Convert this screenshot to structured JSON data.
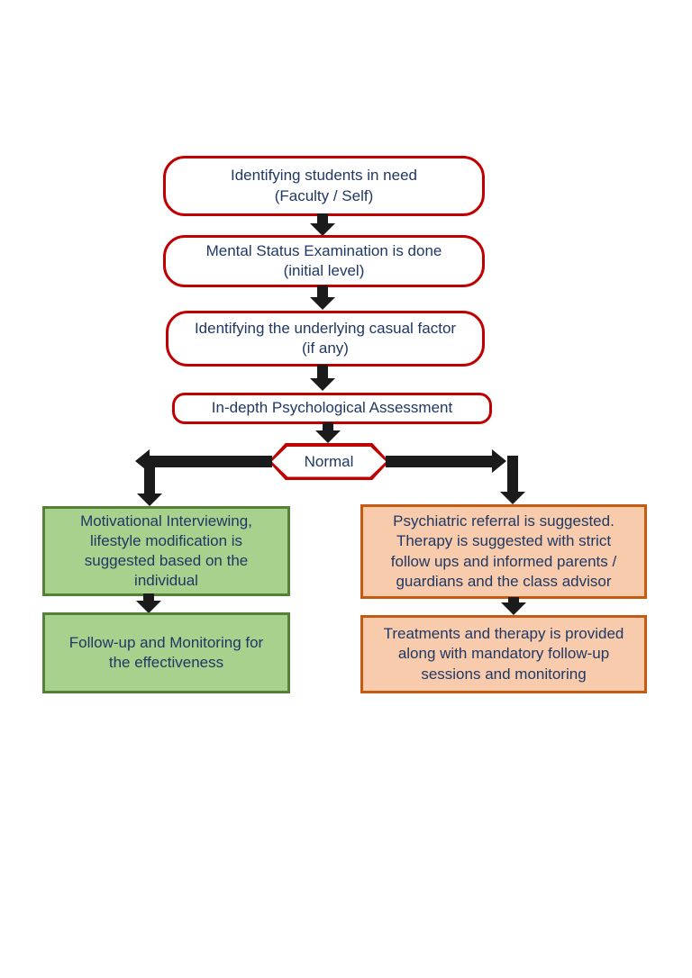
{
  "flow": {
    "steps": [
      {
        "label": "Identifying students in need\n(Faculty / Self)"
      },
      {
        "label": "Mental Status Examination is done\n(initial level)"
      },
      {
        "label": "Identifying the underlying casual factor\n(if any)"
      },
      {
        "label": "In-depth Psychological Assessment"
      }
    ],
    "decision": {
      "label": "Normal"
    },
    "normal_path": [
      {
        "label": "Motivational Interviewing,\nlifestyle modification is\nsuggested based on the\nindividual"
      },
      {
        "label": "Follow-up and Monitoring for\nthe effectiveness"
      }
    ],
    "referral_path": [
      {
        "label": "Psychiatric referral is suggested.\nTherapy is suggested with strict\nfollow ups and informed parents /\nguardians and the class advisor"
      },
      {
        "label": "Treatments and therapy is provided\nalong with mandatory follow-up\nsessions and monitoring"
      }
    ],
    "colors": {
      "step_border": "#C00000",
      "text": "#1F3864",
      "arrow": "#1B1B1B",
      "normal_fill": "#A9D18E",
      "normal_border": "#538135",
      "referral_fill": "#F8CBAD",
      "referral_border": "#C55A11",
      "background": "#FFFFFF"
    }
  }
}
